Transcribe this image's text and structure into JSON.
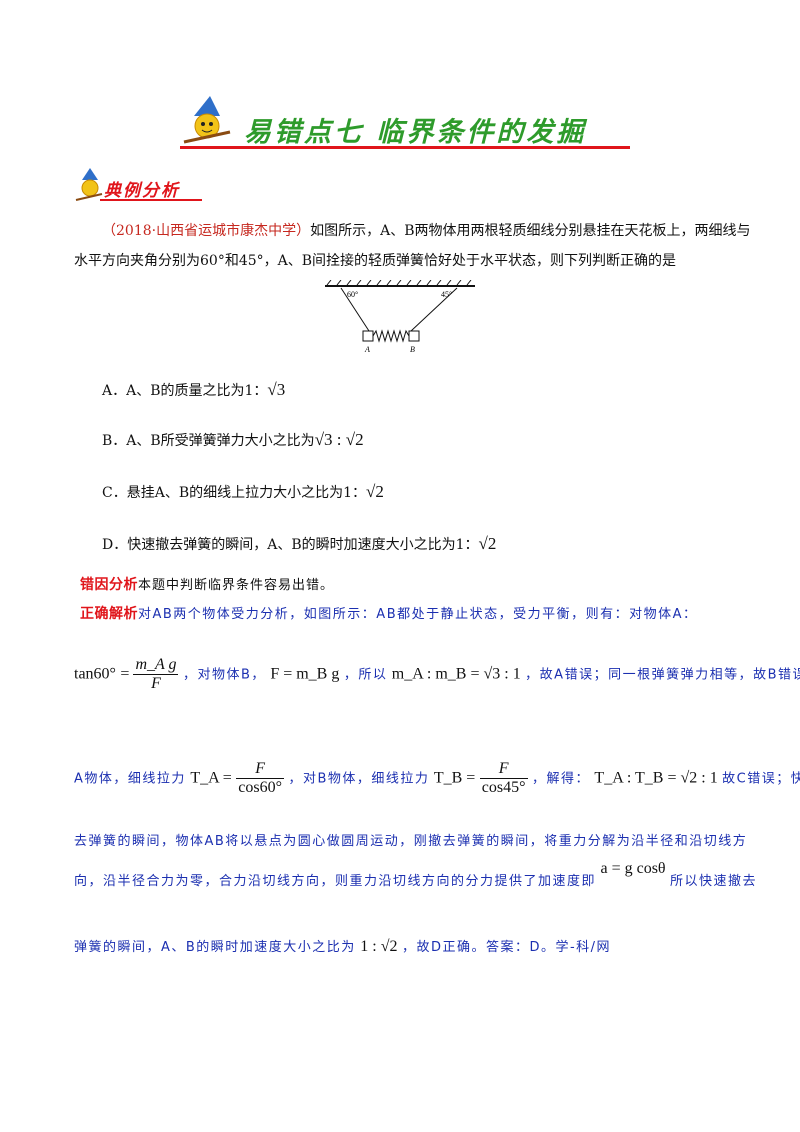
{
  "header": {
    "title": "易错点七  临界条件的发掘",
    "section_title": "典例分析"
  },
  "question": {
    "source": "（2018·山西省运城市康杰中学）",
    "stem_line1": "如图所示，A、B两物体用两根轻质细线分别悬挂在天花板上，两细线与",
    "stem_line2": "水平方向夹角分别为60°和45°，A、B间拴接的轻质弹簧恰好处于水平状态，则下列判断正确的是",
    "figure": {
      "angle_left": "60°",
      "angle_right": "45°",
      "label_a": "A",
      "label_b": "B"
    },
    "options": [
      {
        "text": "A．A、B的质量之比为1：",
        "math": "√3"
      },
      {
        "text": "B．A、B所受弹簧弹力大小之比为",
        "math": "√3 : √2"
      },
      {
        "text": "C．悬挂A、B的细线上拉力大小之比为1：",
        "math": "√2"
      },
      {
        "text": "D．快速撤去弹簧的瞬间，A、B的瞬时加速度大小之比为1：",
        "math": "√2"
      }
    ]
  },
  "analysis": {
    "error_tag": "错因分析",
    "error_text": "本题中判断临界条件容易出错。",
    "correct_tag": "正确解析",
    "p1": "对AB两个物体受力分析，如图所示：AB都处于静止状态，受力平衡，则有：对物体A：",
    "eq_tan_lhs": "tan60°",
    "eq_tan_num": "m_A g",
    "eq_tan_den": "F",
    "t1": "，对物体B，",
    "eq_fb": "F = m_B g",
    "t2": "，所以",
    "eq_ratio": "m_A : m_B = √3 : 1",
    "t3": "，故A错误；同一根弹簧弹力相等，故B错误；对",
    "t4": "A物体，细线拉力",
    "eq_ta_lhs": "T_A =",
    "eq_ta_num": "F",
    "eq_ta_den": "cos60°",
    "t5": "，对B物体，细线拉力",
    "eq_tb_lhs": "T_B =",
    "eq_tb_num": "F",
    "eq_tb_den": "cos45°",
    "t6": "，解得：",
    "eq_tratio": "T_A : T_B = √2 : 1",
    "t7": "故C错误；快速撤",
    "p3": "去弹簧的瞬间，物体AB将以悬点为圆心做圆周运动，刚撤去弹簧的瞬间，将重力分解为沿半径和沿切线方",
    "p4": "向，沿半径合力为零，合力沿切线方向，则重力沿切线方向的分力提供了加速度即",
    "eq_a": "a = g cosθ",
    "t8": "所以快速撤去",
    "p5a": "弹簧的瞬间，A、B的瞬时加速度大小之比为",
    "eq_final": "1 : √2",
    "p5b": "，故D正确。答案：D。学-科/网"
  },
  "colors": {
    "title": "#2e9b2b",
    "accent_red": "#e0151b",
    "analysis_blue": "#1b2fb0",
    "source": "#c6281f"
  }
}
